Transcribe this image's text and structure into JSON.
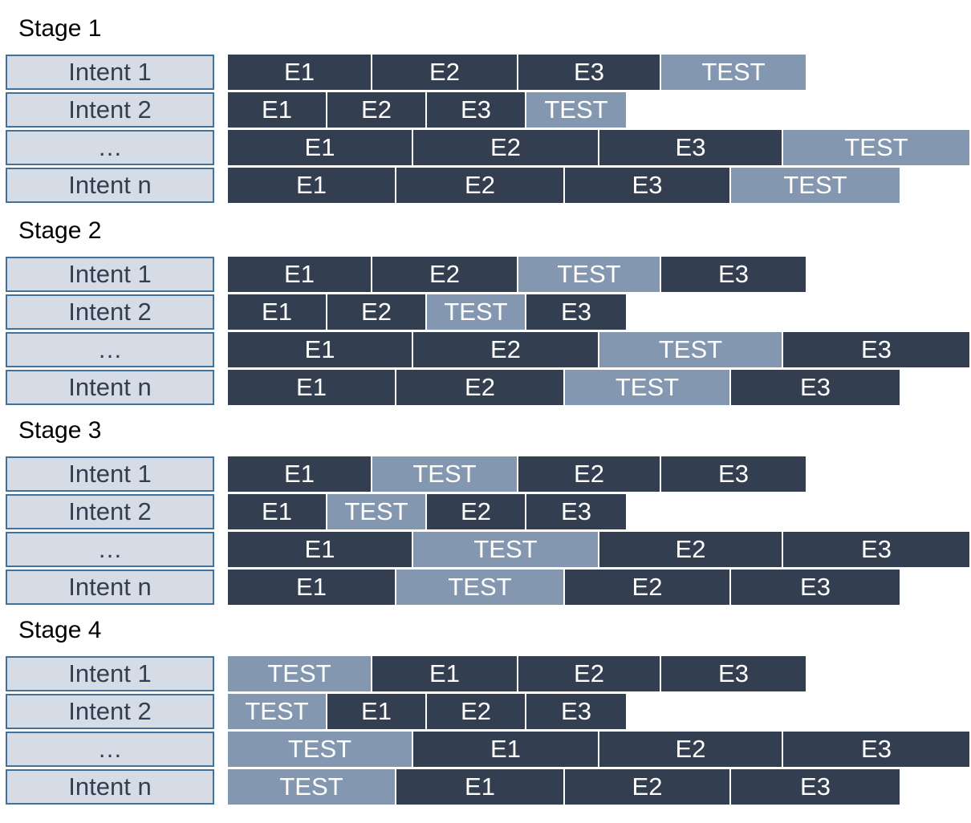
{
  "colors": {
    "epoch_dark": "#333f50",
    "test_light": "#8497b0",
    "intent_fill": "#d6dce5",
    "intent_border": "#41719c",
    "intent_text": "#333f50"
  },
  "labels": {
    "test": "TEST",
    "e1": "E1",
    "e2": "E2",
    "e3": "E3"
  },
  "intent_labels": [
    "Intent 1",
    "Intent 2",
    "…",
    "Intent n"
  ],
  "stages": [
    {
      "title": "Stage 1",
      "rows": [
        {
          "intent": "Intent 1",
          "segments": [
            "E1",
            "E2",
            "E3",
            "TEST"
          ]
        },
        {
          "intent": "Intent 2",
          "segments": [
            "E1",
            "E2",
            "E3",
            "TEST"
          ]
        },
        {
          "intent": "…",
          "segments": [
            "E1",
            "E2",
            "E3",
            "TEST"
          ]
        },
        {
          "intent": "Intent n",
          "segments": [
            "E1",
            "E2",
            "E3",
            "TEST"
          ]
        }
      ]
    },
    {
      "title": "Stage 2",
      "rows": [
        {
          "intent": "Intent 1",
          "segments": [
            "E1",
            "E2",
            "TEST",
            "E3"
          ]
        },
        {
          "intent": "Intent 2",
          "segments": [
            "E1",
            "E2",
            "TEST",
            "E3"
          ]
        },
        {
          "intent": "…",
          "segments": [
            "E1",
            "E2",
            "TEST",
            "E3"
          ]
        },
        {
          "intent": "Intent n",
          "segments": [
            "E1",
            "E2",
            "TEST",
            "E3"
          ]
        }
      ]
    },
    {
      "title": "Stage 3",
      "rows": [
        {
          "intent": "Intent 1",
          "segments": [
            "E1",
            "TEST",
            "E2",
            "E3"
          ]
        },
        {
          "intent": "Intent 2",
          "segments": [
            "E1",
            "TEST",
            "E2",
            "E3"
          ]
        },
        {
          "intent": "…",
          "segments": [
            "E1",
            "TEST",
            "E2",
            "E3"
          ]
        },
        {
          "intent": "Intent n",
          "segments": [
            "E1",
            "TEST",
            "E2",
            "E3"
          ]
        }
      ]
    },
    {
      "title": "Stage 4",
      "rows": [
        {
          "intent": "Intent 1",
          "segments": [
            "TEST",
            "E1",
            "E2",
            "E3"
          ]
        },
        {
          "intent": "Intent 2",
          "segments": [
            "TEST",
            "E1",
            "E2",
            "E3"
          ]
        },
        {
          "intent": "…",
          "segments": [
            "TEST",
            "E1",
            "E2",
            "E3"
          ]
        },
        {
          "intent": "Intent n",
          "segments": [
            "TEST",
            "E1",
            "E2",
            "E3"
          ]
        }
      ]
    }
  ]
}
